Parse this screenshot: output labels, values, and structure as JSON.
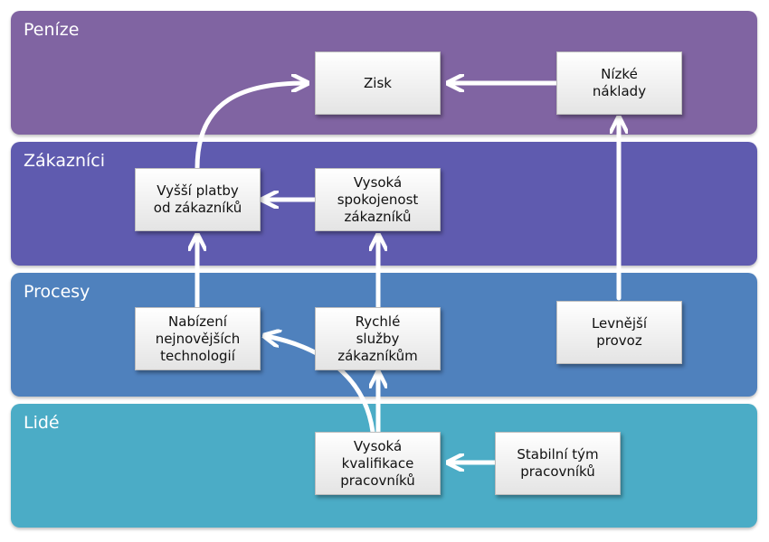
{
  "colors": {
    "penize": "#8064a2",
    "zakaznici": "#5f5baf",
    "procesy": "#4f81bd",
    "lide": "#4bacc6",
    "arrow": "#ffffff"
  },
  "bands": {
    "penize": "Peníze",
    "zakaznici": "Zákazníci",
    "procesy": "Procesy",
    "lide": "Lidé"
  },
  "boxes": {
    "zisk": "Zisk",
    "nizke_naklady": "Nízké\nnáklady",
    "vyssi_platby": "Vyšší platby\nod zákazníků",
    "vysoka_spokojenost": "Vysoká\nspokojenost\nzákazníků",
    "nabizeni_technologii": "Nabízení\nnejnovějších\ntechnologií",
    "rychle_sluzby": "Rychlé\nslužby\nzákazníkům",
    "levnejsi_provoz": "Levnější\nprovoz",
    "vysoka_kvalifikace": "Vysoká\nkvalifikace\npracovníků",
    "stabilni_tym": "Stabilní tým\npracovníků"
  }
}
